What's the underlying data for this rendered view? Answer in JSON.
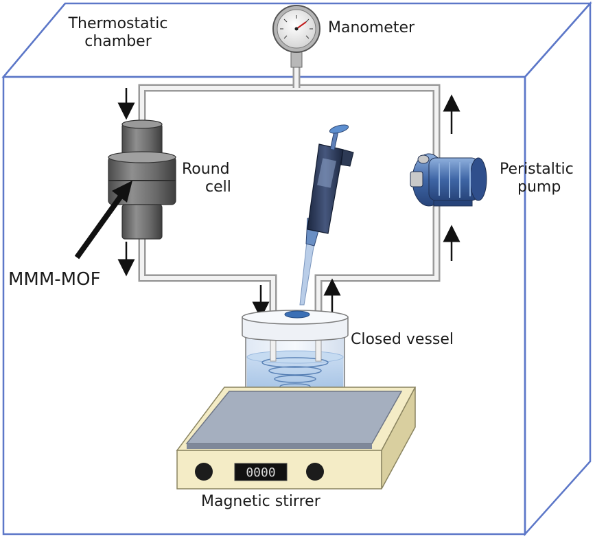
{
  "labels": {
    "thermostatic_chamber": [
      "Thermostatic",
      "chamber"
    ],
    "manometer": "Manometer",
    "round_cell": [
      "Round",
      "cell"
    ],
    "peristaltic_pump": [
      "Peristaltic",
      "pump"
    ],
    "mmm_mof": "MMM-MOF",
    "closed_vessel": "Closed vessel",
    "magnetic_stirrer": "Magnetic stirrer"
  },
  "stirrer_display": "0000",
  "colors": {
    "chamber_edge": "#5c77c8",
    "tubing": "#cfcfcf",
    "round_cell": "#6e6e6e",
    "liquid": "#a9c8ea",
    "stirrer_base": "#f4ecc6",
    "stirrer_plate": "#a5afbf",
    "pipette": "#2d3a55",
    "pump": "#4a70ad"
  },
  "icons": [
    "manometer-icon",
    "round-cell-icon",
    "pipette-icon",
    "peristaltic-pump-icon",
    "closed-vessel-icon",
    "magnetic-stirrer-icon"
  ]
}
